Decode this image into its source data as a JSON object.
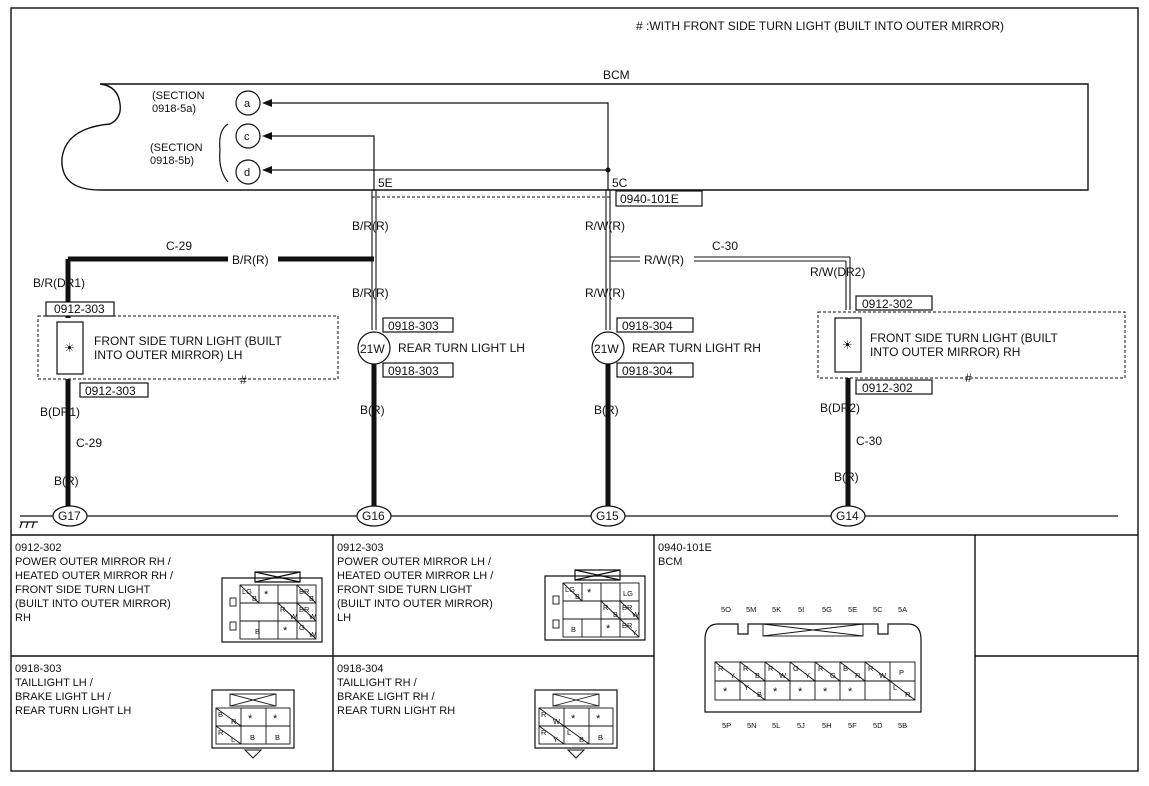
{
  "header_note": "# :WITH FRONT SIDE TURN LIGHT (BUILT INTO OUTER MIRROR)",
  "bcm": {
    "title": "BCM",
    "section_a_line1": "(SECTION",
    "section_a_line2": "0918-5a)",
    "section_b_line1": "(SECTION",
    "section_b_line2": "0918-5b)",
    "node_a": "a",
    "node_c": "c",
    "node_d": "d",
    "pin_5e": "5E",
    "pin_5c": "5C",
    "connector": "0940-101E"
  },
  "wires": {
    "br_r": "B/R(R)",
    "br_dr1": "B/R(DR1)",
    "c29": "C-29",
    "c30": "C-30",
    "rw_r": "R/W(R)",
    "rw_dr2": "R/W(DR2)",
    "b_dr1": "B(DR1)",
    "b_dr2": "B(DR2)",
    "b_r": "B(R)"
  },
  "components": {
    "lh_mirror_light_line1": "FRONT SIDE TURN LIGHT (BUILT",
    "lh_mirror_light_line2": "INTO OUTER MIRROR) LH",
    "rh_mirror_light_line1": "FRONT SIDE TURN LIGHT (BUILT",
    "rh_mirror_light_line2": "INTO OUTER MIRROR) RH",
    "rear_lh": "REAR TURN LIGHT LH",
    "rear_rh": "REAR TURN LIGHT RH",
    "bulb_watt": "21W",
    "hash": "#"
  },
  "connectors": {
    "c0912_303": "0912-303",
    "c0912_302": "0912-302",
    "c0918_303": "0918-303",
    "c0918_304": "0918-304"
  },
  "grounds": [
    "G17",
    "G16",
    "G15",
    "G14"
  ],
  "table": {
    "p1_code": "0912-302",
    "p1_l1": "POWER OUTER MIRROR RH /",
    "p1_l2": "HEATED OUTER MIRROR RH /",
    "p1_l3": "FRONT SIDE TURN LIGHT",
    "p1_l4": "(BUILT INTO OUTER MIRROR)",
    "p1_l5": "RH",
    "p2_code": "0912-303",
    "p2_l1": "POWER OUTER MIRROR LH /",
    "p2_l2": "HEATED OUTER MIRROR LH /",
    "p2_l3": "FRONT SIDE TURN LIGHT",
    "p2_l4": "(BUILT INTO OUTER MIRROR)",
    "p2_l5": "LH",
    "p3_code": "0940-101E",
    "p3_l1": "BCM",
    "p4_code": "0918-303",
    "p4_l1": "TAILLIGHT LH /",
    "p4_l2": "BRAKE LIGHT LH /",
    "p4_l3": "REAR TURN LIGHT LH",
    "p5_code": "0918-304",
    "p5_l1": "TAILLIGHT RH /",
    "p5_l2": "BRAKE LIGHT RH /",
    "p5_l3": "REAR TURN LIGHT RH"
  },
  "pins": {
    "c302": {
      "r1": [
        "LG",
        "B",
        "*",
        "BR",
        "B"
      ],
      "r2": [
        "R",
        "W",
        "BR",
        "W"
      ],
      "r3": [
        "B",
        "*",
        "G",
        "W"
      ]
    },
    "c303": {
      "r1": [
        "LG",
        "B",
        "*",
        "LG"
      ],
      "r2": [
        "R",
        "B",
        "BR",
        "W"
      ],
      "r3": [
        "B",
        "*",
        "BR",
        "Y"
      ]
    },
    "bcm_top": [
      "5O",
      "5M",
      "5K",
      "5I",
      "5G",
      "5E",
      "5C",
      "5A"
    ],
    "bcm_bot": [
      "5P",
      "5N",
      "5L",
      "5J",
      "5H",
      "5F",
      "5D",
      "5B"
    ],
    "bcm_r1": [
      "R",
      "Y",
      "R",
      "B",
      "R",
      "W",
      "G",
      "Y",
      "R",
      "G",
      "B",
      "R",
      "R",
      "W",
      "P"
    ],
    "bcm_r2": [
      "*",
      "Y",
      "B",
      "*",
      "*",
      "*",
      "*",
      "L",
      "R"
    ],
    "c918_303": {
      "r1": [
        "B",
        "R",
        "*",
        "*"
      ],
      "r2": [
        "R",
        "L",
        "B",
        "B"
      ]
    },
    "c918_304": {
      "r1": [
        "R",
        "W",
        "*",
        "*"
      ],
      "r2": [
        "R",
        "Y",
        "L",
        "B",
        "B"
      ]
    }
  },
  "colors": {
    "line": "#111111",
    "background": "#ffffff"
  }
}
